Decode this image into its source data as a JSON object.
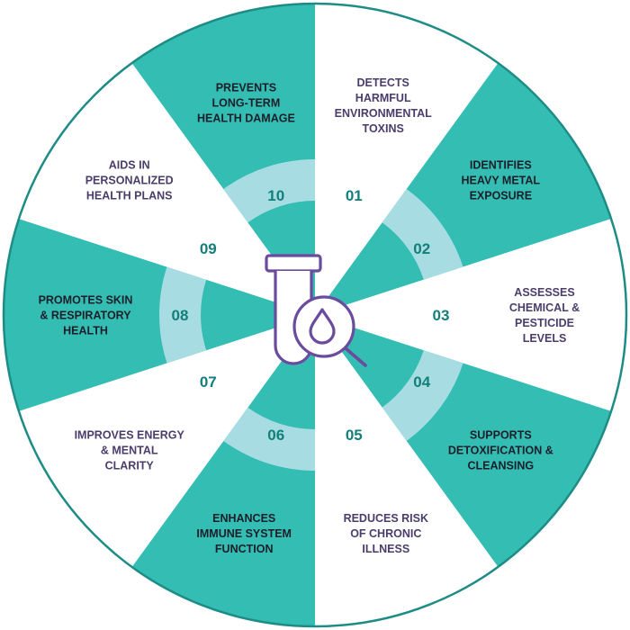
{
  "colors": {
    "teal": "#33bdb3",
    "light_teal": "#a7dde2",
    "number_teal": "#127f7a",
    "outline": "#1e8c86",
    "white_text": "#4a3d6b",
    "teal_text": "#1e1e2a",
    "icon_purple": "#6b4b9e"
  },
  "center_icon": "test-tube-magnifier-droplet-icon",
  "segments": [
    {
      "number": "01",
      "lines": [
        "DETECTS",
        "HARMFUL",
        "ENVIRONMENTAL",
        "TOXINS"
      ],
      "fill": "white"
    },
    {
      "number": "02",
      "lines": [
        "IDENTIFIES",
        "HEAVY METAL",
        "EXPOSURE"
      ],
      "fill": "teal"
    },
    {
      "number": "03",
      "lines": [
        "ASSESSES",
        "CHEMICAL &",
        "PESTICIDE",
        "LEVELS"
      ],
      "fill": "white"
    },
    {
      "number": "04",
      "lines": [
        "SUPPORTS",
        "DETOXIFICATION &",
        "CLEANSING"
      ],
      "fill": "teal"
    },
    {
      "number": "05",
      "lines": [
        "REDUCES RISK",
        "OF CHRONIC",
        "ILLNESS"
      ],
      "fill": "white"
    },
    {
      "number": "06",
      "lines": [
        "ENHANCES",
        "IMMUNE SYSTEM",
        "FUNCTION"
      ],
      "fill": "teal"
    },
    {
      "number": "07",
      "lines": [
        "IMPROVES ENERGY",
        "& MENTAL",
        "CLARITY"
      ],
      "fill": "white"
    },
    {
      "number": "08",
      "lines": [
        "PROMOTES SKIN",
        "& RESPIRATORY",
        "HEALTH"
      ],
      "fill": "teal"
    },
    {
      "number": "09",
      "lines": [
        "AIDS IN",
        "PERSONALIZED",
        "HEALTH PLANS"
      ],
      "fill": "white"
    },
    {
      "number": "10",
      "lines": [
        "PREVENTS",
        "LONG-TERM",
        "HEALTH DAMAGE"
      ],
      "fill": "teal"
    }
  ]
}
